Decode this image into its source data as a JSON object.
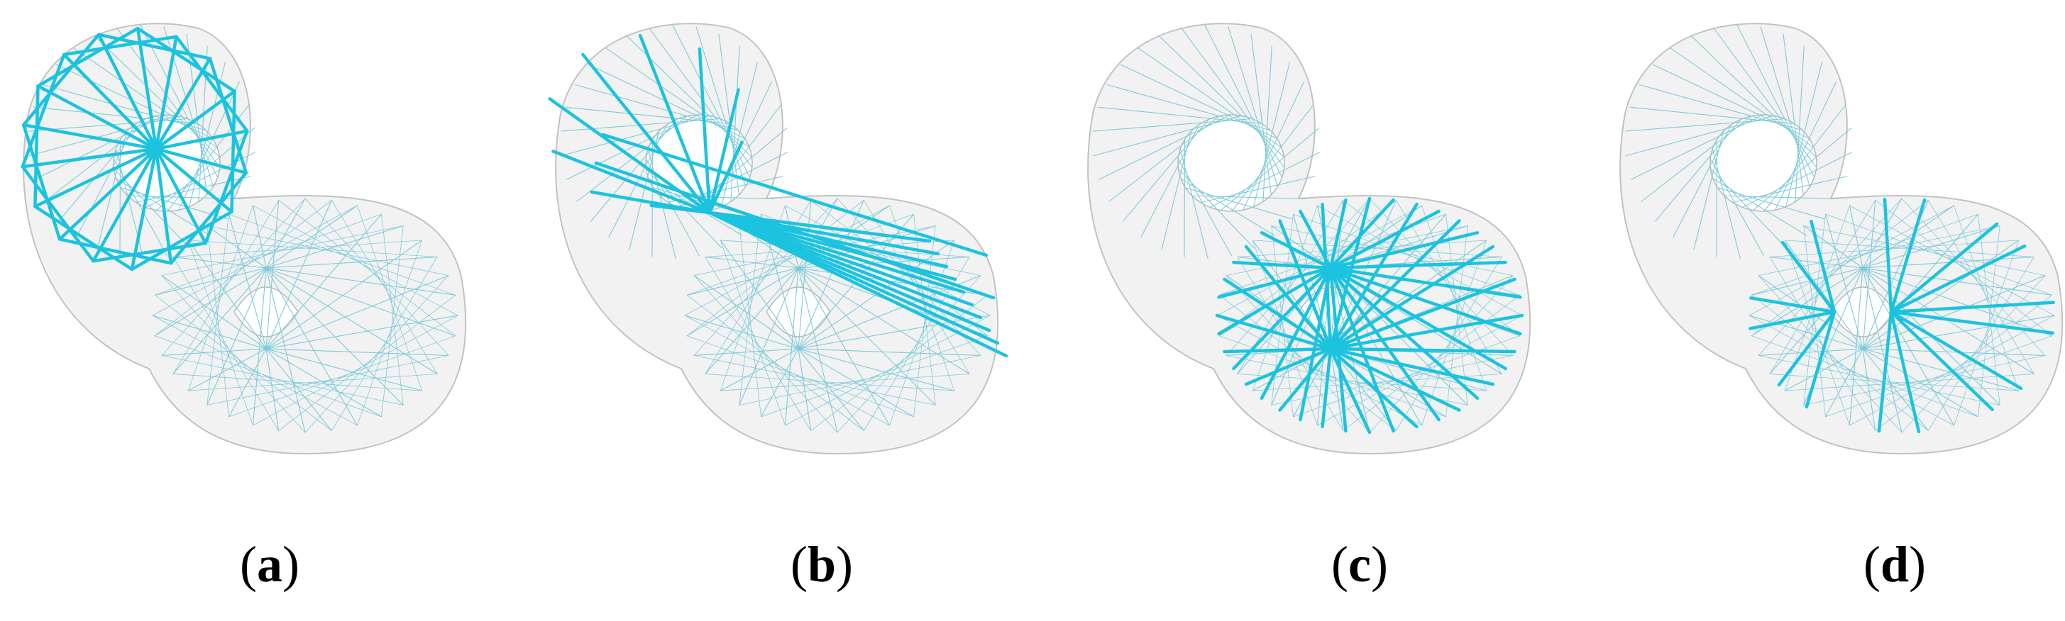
{
  "figure": {
    "panels": [
      {
        "id": "a",
        "label_open": "(",
        "label_letter": "a",
        "label_close": ")",
        "highlight": "upper-loop"
      },
      {
        "id": "b",
        "label_open": "(",
        "label_letter": "b",
        "label_close": ")",
        "highlight": "transition"
      },
      {
        "id": "c",
        "label_open": "(",
        "label_letter": "c",
        "label_close": ")",
        "highlight": "lower-loop"
      },
      {
        "id": "d",
        "label_open": "(",
        "label_letter": "d",
        "label_close": ")",
        "highlight": "lower-partial"
      }
    ],
    "colors": {
      "highlight": "#1cc3df",
      "thin_lines": "#7fcadb",
      "surface_fill": "#f0f0f0",
      "surface_edge": "#b8b8b8",
      "label": "#000000"
    }
  }
}
